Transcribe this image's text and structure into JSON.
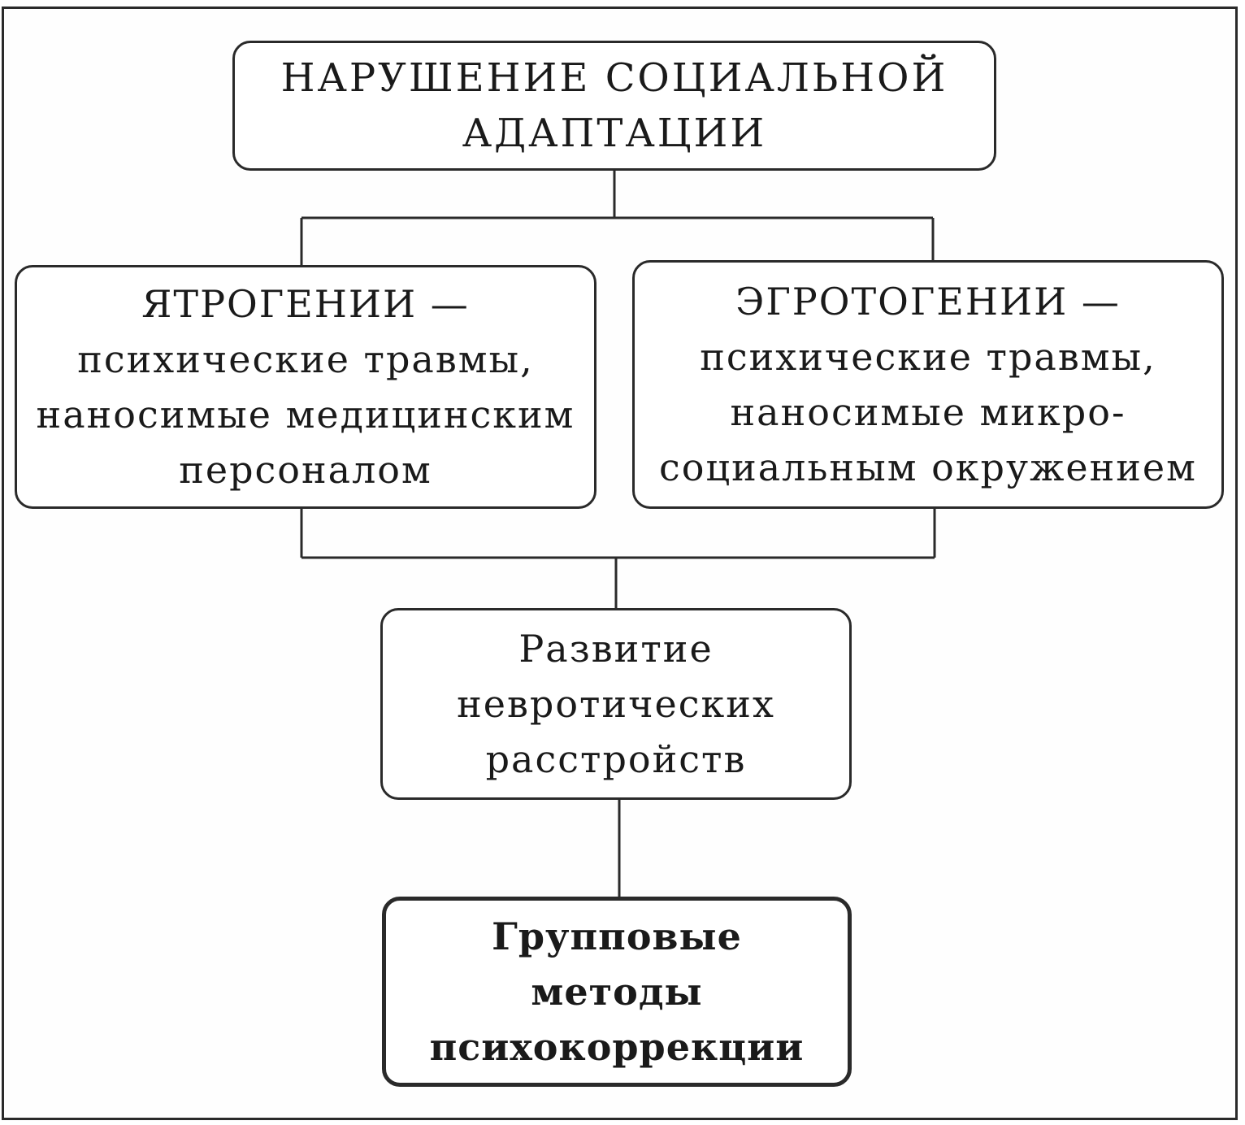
{
  "diagram": {
    "root": {
      "lines": [
        "НАРУШЕНИЕ СОЦИАЛЬНОЙ",
        "АДАПТАЦИИ"
      ]
    },
    "left": {
      "lines": [
        "ЯТРОГЕНИИ —",
        "психические травмы,",
        "наносимые медицинским",
        "персоналом"
      ]
    },
    "right": {
      "lines": [
        "ЭГРОТОГЕНИИ —",
        "психические травмы,",
        "наносимые микро-",
        "социальным окружением"
      ]
    },
    "middle": {
      "lines": [
        "Развитие",
        "невротических",
        "расстройств"
      ]
    },
    "bottom": {
      "lines": [
        "Групповые",
        "методы",
        "психокоррекции"
      ]
    }
  }
}
